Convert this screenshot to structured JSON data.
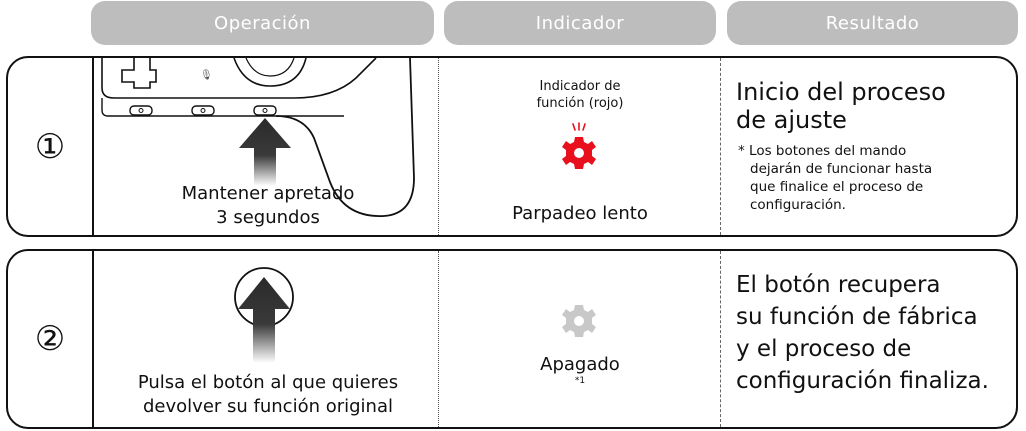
{
  "headers": {
    "operation": "Operación",
    "indicator": "Indicador",
    "result": "Resultado"
  },
  "colors": {
    "header_bg": "#bdbdbd",
    "indicator_red": "#e8101d",
    "indicator_off": "#c8c8c8"
  },
  "rows": [
    {
      "number": "①",
      "operation_text": [
        "Mantener apretado",
        "3 segundos"
      ],
      "indicator_label": [
        "Indicador de",
        "función (rojo)"
      ],
      "indicator_icon": "gear-icon-red",
      "indicator_state": "Parpadeo lento",
      "result_title": [
        "Inicio del proceso",
        "de ajuste"
      ],
      "result_note": [
        "* Los botones del mando",
        "dejarán de funcionar hasta",
        "que finalice el proceso de",
        "configuración."
      ]
    },
    {
      "number": "②",
      "operation_text": [
        "Pulsa el botón al que quieres",
        "devolver su función original"
      ],
      "indicator_icon": "gear-icon-gray",
      "indicator_state": "Apagado",
      "indicator_footnote": "*1",
      "result_text": [
        "El botón recupera",
        "su función de fábrica",
        "y el proceso de",
        "configuración finaliza."
      ]
    }
  ]
}
